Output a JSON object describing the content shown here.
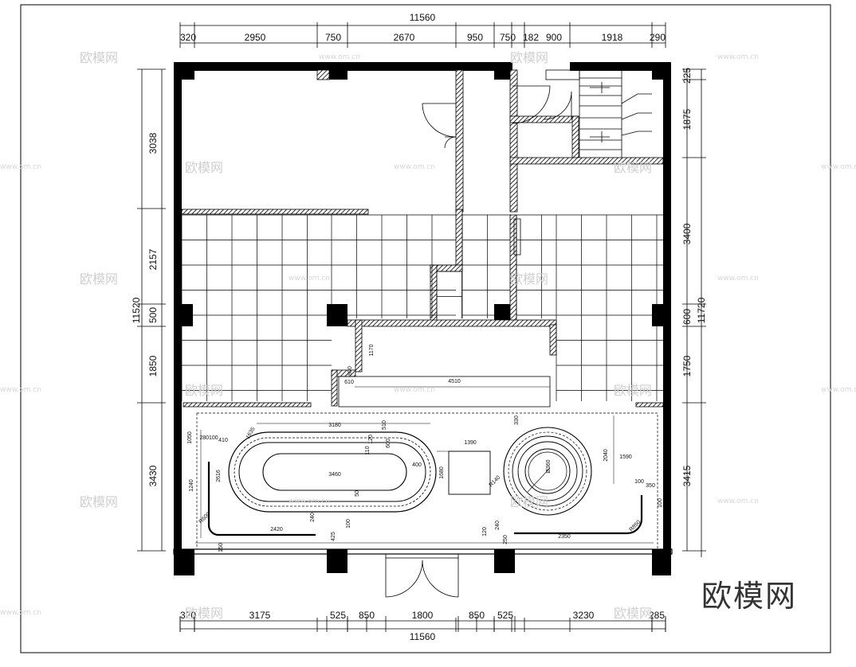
{
  "overall": {
    "top_total": "11560",
    "bottom_total": "11560",
    "left_total": "11520",
    "right_total": "11720"
  },
  "top_dims": [
    "320",
    "2950",
    "750",
    "2670",
    "950",
    "750",
    "182",
    "900",
    "1918",
    "290"
  ],
  "bottom_dims": [
    "320",
    "3175",
    "525",
    "850",
    "1800",
    "850",
    "525",
    "3230",
    "285"
  ],
  "left_dims": [
    "3038",
    "2157",
    "500",
    "1850",
    "3430"
  ],
  "right_dims": [
    "225",
    "1875",
    "3400",
    "600",
    "1750",
    "3415"
  ],
  "inner_labels": {
    "a_1170": "1170",
    "a_800": "800",
    "a_610": "610",
    "a_4510": "4510",
    "b_3180": "3180",
    "b_510": "510",
    "b_1050": "1050",
    "b_280100": "280100",
    "b_410": "410",
    "b_1635": "1635",
    "b_120": "120",
    "b_600": "600",
    "b_110": "110",
    "b_400": "400",
    "b_3460": "3460",
    "b_1240": "1240",
    "b_2616": "2616",
    "b_50": "50",
    "b_r600": "R600",
    "b_240": "240",
    "b_2420": "2420",
    "b_100a": "100",
    "b_425": "425",
    "b_150": "150",
    "b_1390": "1390",
    "b_1680": "1680",
    "b_r140": "R140",
    "b_330": "330",
    "b_2040": "2040",
    "b_1590": "1590",
    "b_d360": "Ø360",
    "b_100b": "100",
    "b_350": "350",
    "b_100c": "100",
    "b_120b": "120",
    "b_240b": "240",
    "b_2350": "2350",
    "b_250": "250",
    "b_r850": "R850"
  },
  "watermark": {
    "text": "欧模网",
    "url": "www.om.cn"
  },
  "brand": {
    "label": "欧模网"
  }
}
